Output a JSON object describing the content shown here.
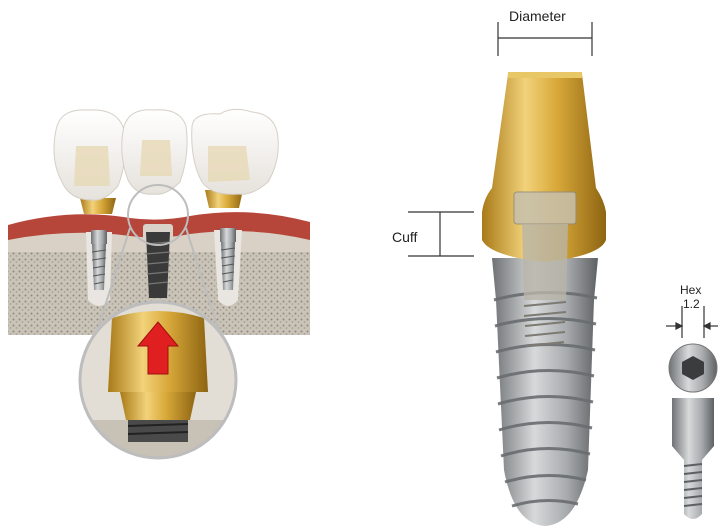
{
  "labels": {
    "diameter": "Diameter",
    "cuff": "Cuff",
    "hex": "Hex",
    "hex_value": "1.2"
  },
  "colors": {
    "gold": "#d9a93a",
    "gum": "#b7463a",
    "bone": "#bfb8ad",
    "titanium": "#a9acae",
    "arrow": "#e02020",
    "dim_line": "#333333"
  }
}
